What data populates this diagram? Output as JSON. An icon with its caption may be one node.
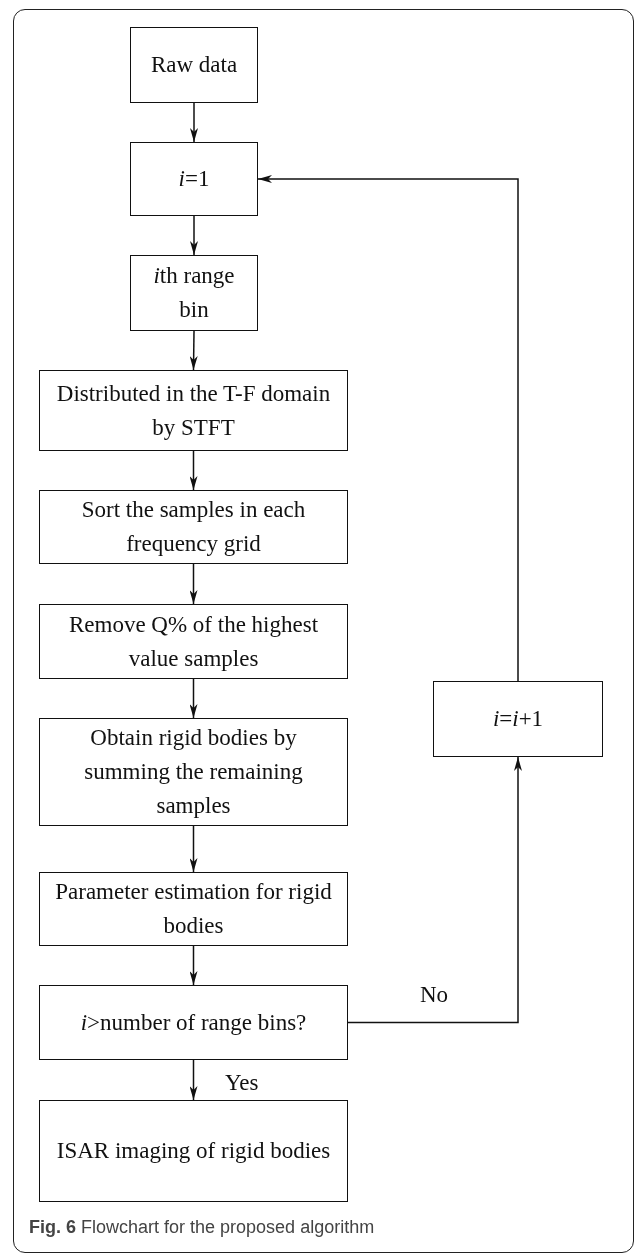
{
  "diagram": {
    "caption": "**Fig. 6** Flowchart for the proposed algorithm",
    "nodes": [
      {
        "text": [
          "Raw data"
        ]
      },
      {
        "text": [
          "*i*=1"
        ]
      },
      {
        "text": [
          "ith range bin"
        ]
      },
      {
        "text": [
          "Distributed in the T-F domain by STFT"
        ]
      },
      {
        "text": [
          "Sort the samples in each frequency grid"
        ]
      },
      {
        "text": [
          "Remove Q% of the highest value samples"
        ]
      },
      {
        "text": [
          "Obtain rigid bodies by summing the remaining samples"
        ]
      },
      {
        "text": [
          "Parameter estimation for rigid bodies"
        ]
      },
      {
        "text": [
          "*i*>number of range bins?"
        ]
      },
      {
        "text": [
          "ISAR imaging of rigid bodies"
        ]
      },
      {
        "text": [
          "*i*=*i*+1"
        ]
      }
    ],
    "edges": [
      {
        "from": 0,
        "to": 1,
        "arrow": "to"
      },
      {
        "from": 1,
        "to": 2,
        "arrow": "to"
      },
      {
        "from": 2,
        "to": 3,
        "arrow": "to"
      },
      {
        "from": 3,
        "to": 4,
        "arrow": "to"
      },
      {
        "from": 4,
        "to": 5,
        "arrow": "to"
      },
      {
        "from": 5,
        "to": 6,
        "arrow": "to"
      },
      {
        "from": 6,
        "to": 7,
        "arrow": "to"
      },
      {
        "from": 7,
        "to": 8,
        "arrow": "to"
      },
      {
        "from": 8,
        "to": 9,
        "arrow": "to",
        "label": "Yes"
      },
      {
        "from": 8,
        "to": 10,
        "arrow": "to",
        "label": "No"
      },
      {
        "from": 10,
        "to": 1,
        "arrow": "to"
      }
    ]
  }
}
